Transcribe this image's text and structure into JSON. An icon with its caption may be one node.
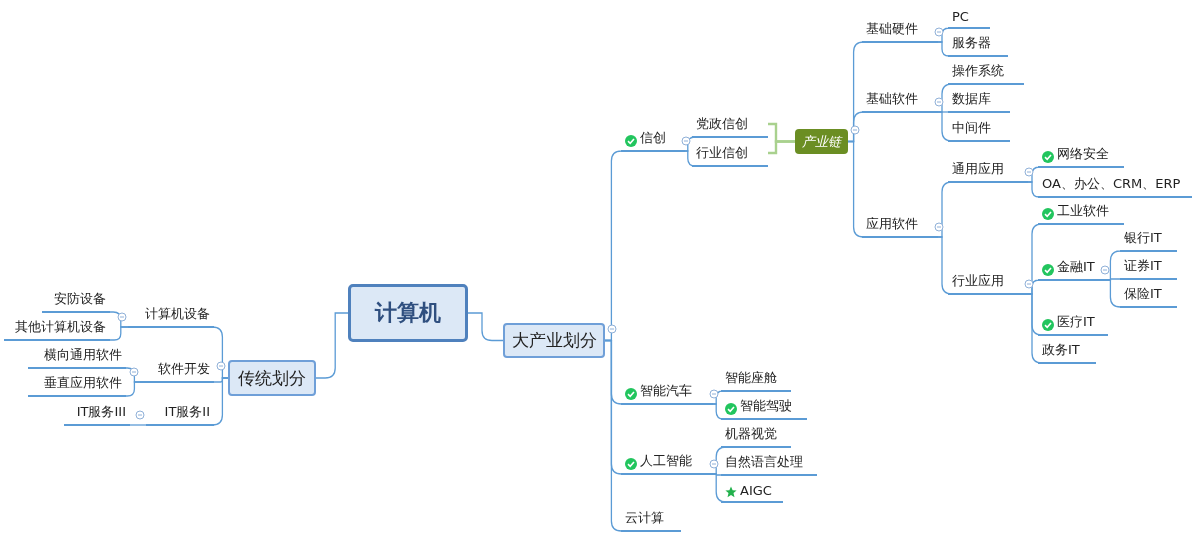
{
  "diagram": {
    "nodes": [
      {
        "text": [
          "计算机"
        ]
      },
      {
        "text": [
          "大产业划分"
        ]
      },
      {
        "text": [
          "传统划分"
        ]
      },
      {
        "text": [
          "信创"
        ]
      },
      {
        "text": [
          "党政信创"
        ]
      },
      {
        "text": [
          "行业信创"
        ]
      },
      {
        "text": [
          "产业链"
        ]
      },
      {
        "text": [
          "基础硬件"
        ]
      },
      {
        "text": [
          "PC"
        ]
      },
      {
        "text": [
          "服务器"
        ]
      },
      {
        "text": [
          "基础软件"
        ]
      },
      {
        "text": [
          "操作系统"
        ]
      },
      {
        "text": [
          "数据库"
        ]
      },
      {
        "text": [
          "中间件"
        ]
      },
      {
        "text": [
          "应用软件"
        ]
      },
      {
        "text": [
          "通用应用"
        ]
      },
      {
        "text": [
          "网络安全"
        ]
      },
      {
        "text": [
          "OA、办公、CRM、ERP"
        ]
      },
      {
        "text": [
          "行业应用"
        ]
      },
      {
        "text": [
          "工业软件"
        ]
      },
      {
        "text": [
          "金融IT"
        ]
      },
      {
        "text": [
          "银行IT"
        ]
      },
      {
        "text": [
          "证券IT"
        ]
      },
      {
        "text": [
          "保险IT"
        ]
      },
      {
        "text": [
          "医疗IT"
        ]
      },
      {
        "text": [
          "政务IT"
        ]
      },
      {
        "text": [
          "智能汽车"
        ]
      },
      {
        "text": [
          "智能座舱"
        ]
      },
      {
        "text": [
          "智能驾驶"
        ]
      },
      {
        "text": [
          "人工智能"
        ]
      },
      {
        "text": [
          "机器视觉"
        ]
      },
      {
        "text": [
          "自然语言处理"
        ]
      },
      {
        "text": [
          "AIGC"
        ]
      },
      {
        "text": [
          "云计算"
        ]
      },
      {
        "text": [
          "计算机设备"
        ]
      },
      {
        "text": [
          "安防设备"
        ]
      },
      {
        "text": [
          "其他计算机设备"
        ]
      },
      {
        "text": [
          "软件开发"
        ]
      },
      {
        "text": [
          "横向通用软件"
        ]
      },
      {
        "text": [
          "垂直应用软件"
        ]
      },
      {
        "text": [
          "IT服务II"
        ]
      },
      {
        "text": [
          "IT服务III"
        ]
      }
    ],
    "edges": [
      {
        "from": 0,
        "to": 1,
        "arrow": "none"
      },
      {
        "from": 0,
        "to": 2,
        "arrow": "none"
      },
      {
        "from": 1,
        "to": 3,
        "arrow": "none"
      },
      {
        "from": 1,
        "to": 26,
        "arrow": "none"
      },
      {
        "from": 1,
        "to": 29,
        "arrow": "none"
      },
      {
        "from": 1,
        "to": 33,
        "arrow": "none"
      },
      {
        "from": 3,
        "to": 4,
        "arrow": "none"
      },
      {
        "from": 3,
        "to": 5,
        "arrow": "none"
      },
      {
        "from": 4,
        "to": 6,
        "arrow": "none",
        "color": "#a9d18e"
      },
      {
        "from": 5,
        "to": 6,
        "arrow": "none",
        "color": "#a9d18e"
      },
      {
        "from": 6,
        "to": 7,
        "arrow": "none"
      },
      {
        "from": 6,
        "to": 10,
        "arrow": "none"
      },
      {
        "from": 6,
        "to": 14,
        "arrow": "none"
      },
      {
        "from": 7,
        "to": 8,
        "arrow": "none"
      },
      {
        "from": 7,
        "to": 9,
        "arrow": "none"
      },
      {
        "from": 10,
        "to": 11,
        "arrow": "none"
      },
      {
        "from": 10,
        "to": 12,
        "arrow": "none"
      },
      {
        "from": 10,
        "to": 13,
        "arrow": "none"
      },
      {
        "from": 14,
        "to": 15,
        "arrow": "none"
      },
      {
        "from": 14,
        "to": 18,
        "arrow": "none"
      },
      {
        "from": 15,
        "to": 16,
        "arrow": "none"
      },
      {
        "from": 15,
        "to": 17,
        "arrow": "none"
      },
      {
        "from": 18,
        "to": 19,
        "arrow": "none"
      },
      {
        "from": 18,
        "to": 20,
        "arrow": "none"
      },
      {
        "from": 18,
        "to": 24,
        "arrow": "none"
      },
      {
        "from": 18,
        "to": 25,
        "arrow": "none"
      },
      {
        "from": 20,
        "to": 21,
        "arrow": "none"
      },
      {
        "from": 20,
        "to": 22,
        "arrow": "none"
      },
      {
        "from": 20,
        "to": 23,
        "arrow": "none"
      },
      {
        "from": 26,
        "to": 27,
        "arrow": "none"
      },
      {
        "from": 26,
        "to": 28,
        "arrow": "none"
      },
      {
        "from": 29,
        "to": 30,
        "arrow": "none"
      },
      {
        "from": 29,
        "to": 31,
        "arrow": "none"
      },
      {
        "from": 29,
        "to": 32,
        "arrow": "none"
      },
      {
        "from": 2,
        "to": 34,
        "arrow": "none"
      },
      {
        "from": 2,
        "to": 37,
        "arrow": "none"
      },
      {
        "from": 2,
        "to": 40,
        "arrow": "none"
      },
      {
        "from": 34,
        "to": 35,
        "arrow": "none"
      },
      {
        "from": 34,
        "to": 36,
        "arrow": "none"
      },
      {
        "from": 37,
        "to": 38,
        "arrow": "none"
      },
      {
        "from": 37,
        "to": 39,
        "arrow": "none"
      },
      {
        "from": 40,
        "to": 41,
        "arrow": "none"
      }
    ]
  }
}
